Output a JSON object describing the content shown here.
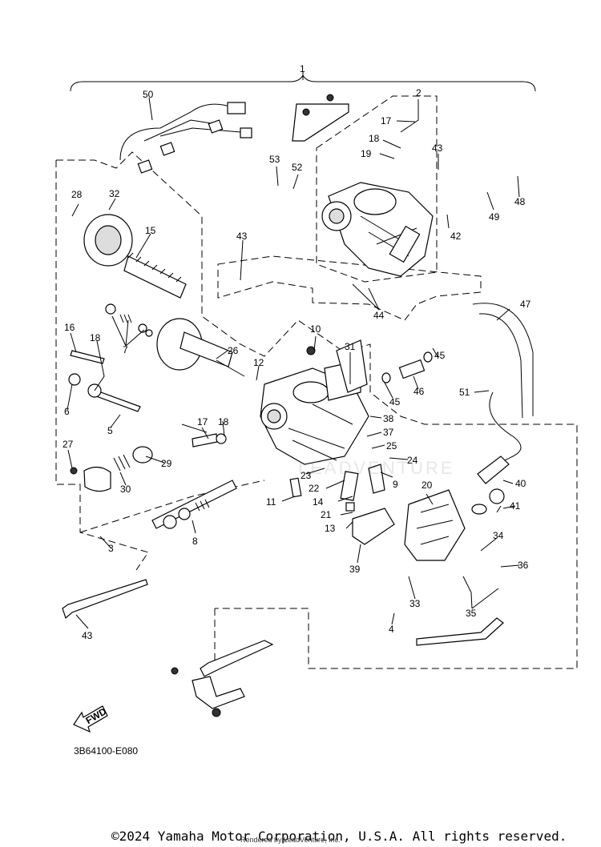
{
  "diagram": {
    "callouts": [
      {
        "id": "c1",
        "label": "1"
      },
      {
        "id": "c2",
        "label": "2"
      },
      {
        "id": "c3",
        "label": "3"
      },
      {
        "id": "c4",
        "label": "4"
      },
      {
        "id": "c5",
        "label": "5"
      },
      {
        "id": "c6",
        "label": "6"
      },
      {
        "id": "c7",
        "label": "7"
      },
      {
        "id": "c8",
        "label": "8"
      },
      {
        "id": "c9",
        "label": "9"
      },
      {
        "id": "c10",
        "label": "10"
      },
      {
        "id": "c11",
        "label": "11"
      },
      {
        "id": "c12",
        "label": "12"
      },
      {
        "id": "c13",
        "label": "13"
      },
      {
        "id": "c14",
        "label": "14"
      },
      {
        "id": "c15",
        "label": "15"
      },
      {
        "id": "c16",
        "label": "16"
      },
      {
        "id": "c17a",
        "label": "17"
      },
      {
        "id": "c17b",
        "label": "17"
      },
      {
        "id": "c18a",
        "label": "18"
      },
      {
        "id": "c18b",
        "label": "18"
      },
      {
        "id": "c18c",
        "label": "18"
      },
      {
        "id": "c19",
        "label": "19"
      },
      {
        "id": "c20",
        "label": "20"
      },
      {
        "id": "c21",
        "label": "21"
      },
      {
        "id": "c22",
        "label": "22"
      },
      {
        "id": "c23",
        "label": "23"
      },
      {
        "id": "c24",
        "label": "24"
      },
      {
        "id": "c25",
        "label": "25"
      },
      {
        "id": "c26",
        "label": "26"
      },
      {
        "id": "c27",
        "label": "27"
      },
      {
        "id": "c28",
        "label": "28"
      },
      {
        "id": "c29",
        "label": "29"
      },
      {
        "id": "c30",
        "label": "30"
      },
      {
        "id": "c31",
        "label": "31"
      },
      {
        "id": "c32",
        "label": "32"
      },
      {
        "id": "c33",
        "label": "33"
      },
      {
        "id": "c34",
        "label": "34"
      },
      {
        "id": "c35",
        "label": "35"
      },
      {
        "id": "c36",
        "label": "36"
      },
      {
        "id": "c37",
        "label": "37"
      },
      {
        "id": "c38",
        "label": "38"
      },
      {
        "id": "c39",
        "label": "39"
      },
      {
        "id": "c40",
        "label": "40"
      },
      {
        "id": "c41",
        "label": "41"
      },
      {
        "id": "c42",
        "label": "42"
      },
      {
        "id": "c43a",
        "label": "43"
      },
      {
        "id": "c43b",
        "label": "43"
      },
      {
        "id": "c43c",
        "label": "43"
      },
      {
        "id": "c44",
        "label": "44"
      },
      {
        "id": "c45a",
        "label": "45"
      },
      {
        "id": "c45b",
        "label": "45"
      },
      {
        "id": "c46",
        "label": "46"
      },
      {
        "id": "c47",
        "label": "47"
      },
      {
        "id": "c48",
        "label": "48"
      },
      {
        "id": "c49",
        "label": "49"
      },
      {
        "id": "c50",
        "label": "50"
      },
      {
        "id": "c51",
        "label": "51"
      },
      {
        "id": "c52",
        "label": "52"
      },
      {
        "id": "c53",
        "label": "53"
      }
    ],
    "fwd_label": "FWD",
    "diagram_code": "3B64100-E080",
    "watermark": "LEADVENTURE",
    "copyright": "©2024 Yamaha Motor Corporation, U.S.A. All rights reserved.",
    "rendered_by": "Rendered by LeadVenture, Inc."
  }
}
